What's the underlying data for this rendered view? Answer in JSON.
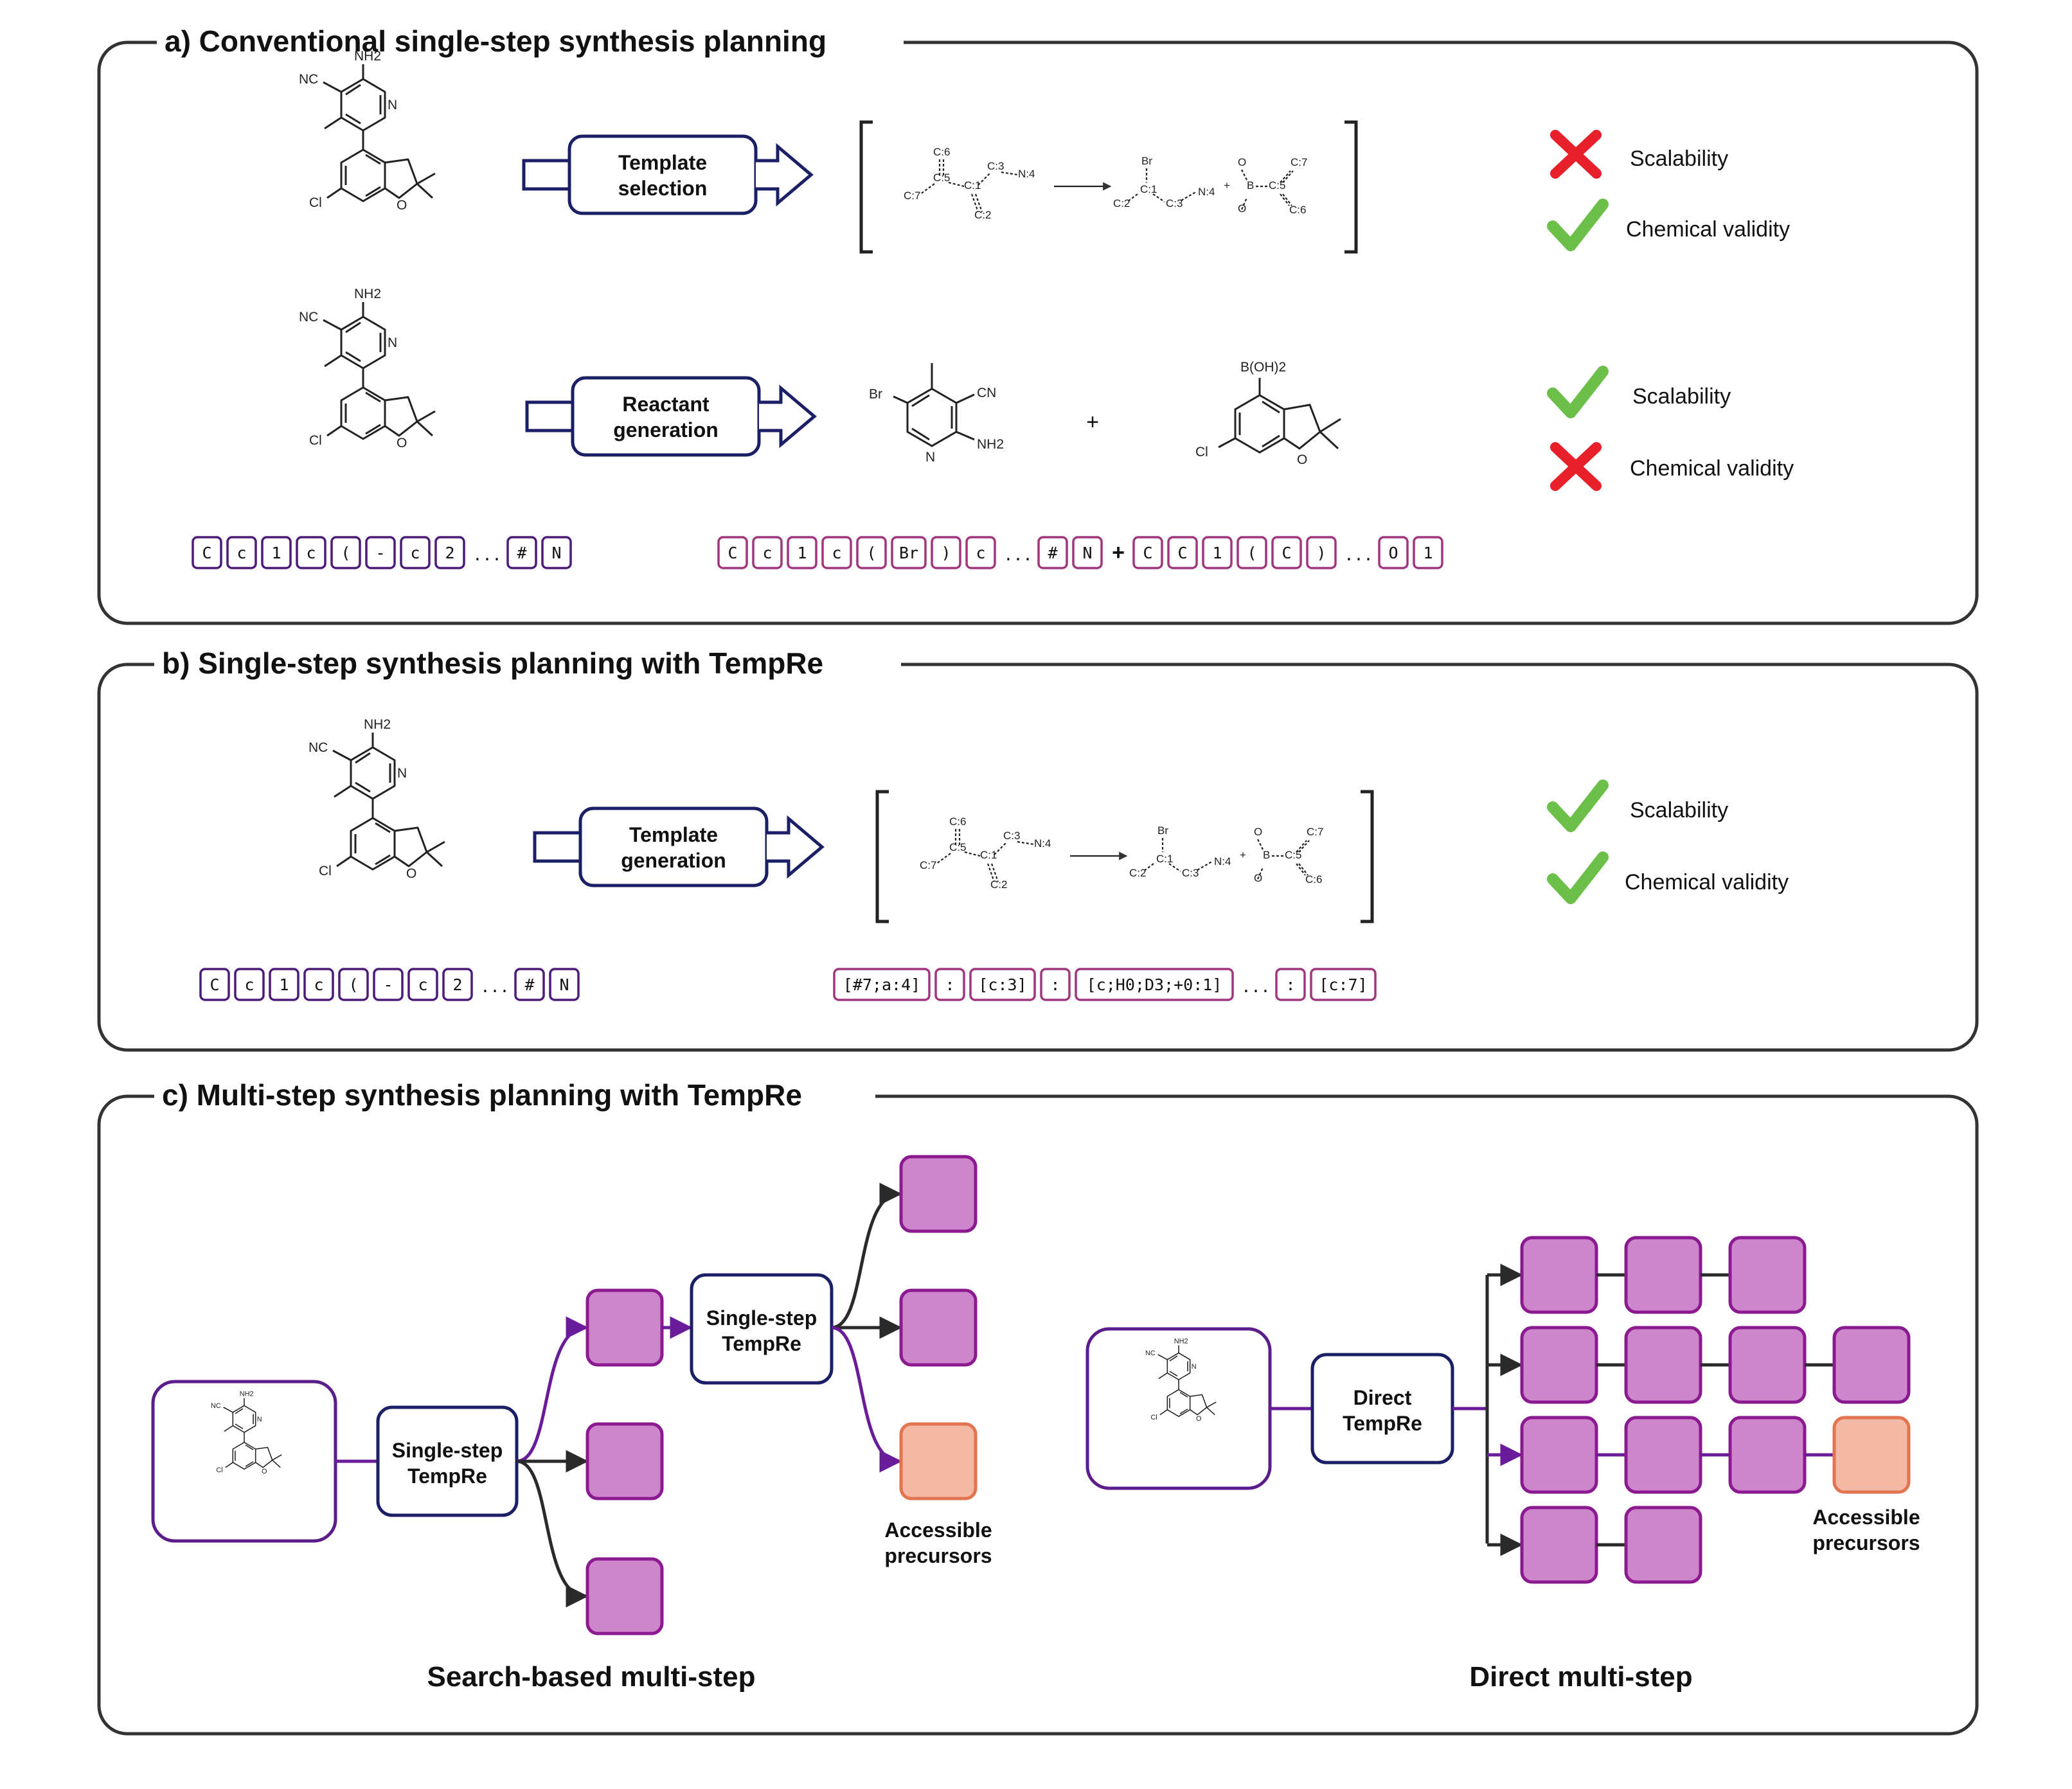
{
  "colors": {
    "frame": "#333333",
    "navy": "#1a1f66",
    "purple": "#5b2a86",
    "magenta_token": "#a0367d",
    "node_fill": "#cd86cb",
    "node_stroke": "#8b1a91",
    "accessible_fill": "#f4b9a4",
    "accessible_stroke": "#e2744f",
    "check": "#6cc04a",
    "cross": "#e8202a",
    "nitrogen": "#1e2fd0",
    "oxygen": "#d81e1e",
    "bromine": "#a0522d"
  },
  "panel_a": {
    "title": "a) Conventional single-step synthesis planning",
    "row1": {
      "box_label": [
        "Template",
        "selection"
      ],
      "criteria": [
        {
          "label": "Scalability",
          "status": "cross-icon"
        },
        {
          "label": "Chemical validity",
          "status": "check-icon"
        }
      ]
    },
    "row2": {
      "box_label": [
        "Reactant",
        "generation"
      ],
      "plus": "+",
      "criteria": [
        {
          "label": "Scalability",
          "status": "check-icon"
        },
        {
          "label": "Chemical validity",
          "status": "cross-icon"
        }
      ]
    },
    "input_tokens": [
      "C",
      "c",
      "1",
      "c",
      "(",
      "-",
      "c",
      "2",
      "...",
      "#",
      "N"
    ],
    "output_tokens": [
      "C",
      "c",
      "1",
      "c",
      "(",
      "Br",
      ")",
      "c",
      "...",
      "#",
      "N",
      "+",
      "C",
      "C",
      "1",
      "(",
      "C",
      ")",
      "...",
      "O",
      "1"
    ]
  },
  "panel_b": {
    "title": "b) Single-step synthesis planning with TempRe",
    "box_label": [
      "Template",
      "generation"
    ],
    "criteria": [
      {
        "label": "Scalability",
        "status": "check-icon"
      },
      {
        "label": "Chemical validity",
        "status": "check-icon"
      }
    ],
    "input_tokens": [
      "C",
      "c",
      "1",
      "c",
      "(",
      "-",
      "c",
      "2",
      "...",
      "#",
      "N"
    ],
    "output_tokens": [
      "[#7;a:4]",
      ":",
      "[c:3]",
      ":",
      "[c;H0;D3;+0:1]",
      "...",
      ":",
      "[c:7]"
    ]
  },
  "panel_c": {
    "title": "c) Multi-step synthesis planning with TempRe",
    "search": {
      "caption": "Search-based multi-step",
      "step1_label": [
        "Single-step",
        "TempRe"
      ],
      "step2_label": [
        "Single-step",
        "TempRe"
      ],
      "accessible_label": [
        "Accessible",
        "precursors"
      ]
    },
    "direct": {
      "caption": "Direct multi-step",
      "model_label": [
        "Direct",
        "TempRe"
      ],
      "accessible_label": [
        "Accessible",
        "precursors"
      ],
      "route_lengths": [
        3,
        4,
        4,
        2
      ],
      "accessible_route": 2
    }
  },
  "chemistry": {
    "target_labels": {
      "amine": "NH2",
      "nitrile": "NC",
      "ring_n": "N",
      "ring_o": "O",
      "chloro": "Cl"
    },
    "reactant1_labels": {
      "bromo": "Br",
      "nitrile": "CN",
      "ring_n": "N",
      "amine": "NH2"
    },
    "reactant2_labels": {
      "boronic": "B(OH)2",
      "ring_o": "O",
      "chloro": "Cl"
    },
    "template": {
      "product_atoms": [
        "C:6",
        "C:5",
        "C:7",
        "C:3",
        "N:4",
        "C:1",
        "C:2"
      ],
      "reactant_atoms": [
        "Br",
        "C:1",
        "C:2",
        "C:3",
        "N:4",
        "+",
        "O",
        "B",
        "O",
        "C:5",
        "C:7",
        "C:6"
      ]
    }
  }
}
